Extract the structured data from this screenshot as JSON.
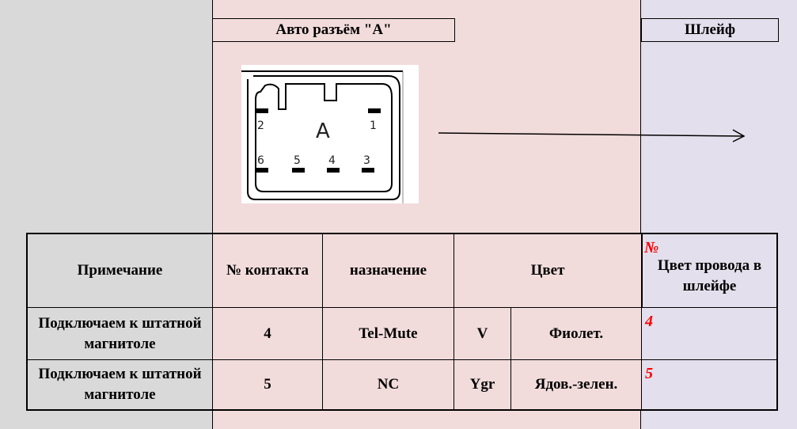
{
  "header": {
    "connector_label": "Авто разъём \"A\"",
    "loom_label": "Шлейф"
  },
  "diagram": {
    "letter": "A",
    "pins_top": [
      "2",
      "1"
    ],
    "pins_bottom": [
      "6",
      "5",
      "4",
      "3"
    ]
  },
  "table": {
    "headers": {
      "note": "Примечание",
      "contact": "№ контакта",
      "purpose": "назначение",
      "color": "Цвет",
      "loom_num": "№",
      "loom_color": "Цвет провода в шлейфе"
    },
    "rows": [
      {
        "note": "Подключаем к штатной магнитоле",
        "contact": "4",
        "purpose": "Tel-Mute",
        "code": "V",
        "color": "Фиолет.",
        "loom": "4"
      },
      {
        "note": "Подключаем к штатной магнитоле",
        "contact": "5",
        "purpose": "NC",
        "code": "Ygr",
        "color": "Ядов.-зелен.",
        "loom": "5"
      }
    ]
  },
  "colors": {
    "gray": "#d9d9d9",
    "pink": "#f2dcdb",
    "lavender": "#e4dfec",
    "red": "#ff0000"
  }
}
